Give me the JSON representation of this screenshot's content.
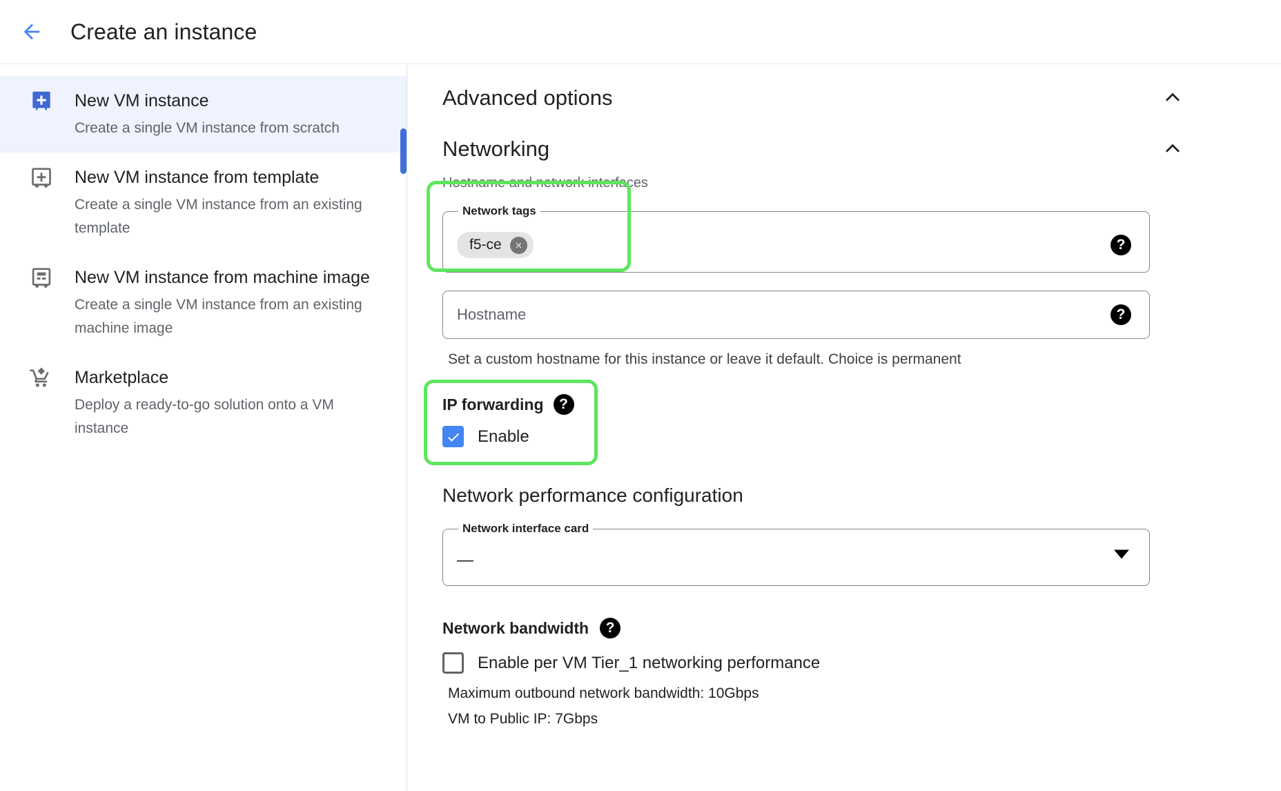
{
  "header": {
    "back_icon": "arrow-left-icon",
    "title": "Create an instance"
  },
  "sidebar": {
    "items": [
      {
        "icon": "vm-instance-add-icon",
        "title": "New VM instance",
        "desc": "Create a single VM instance from scratch",
        "selected": true
      },
      {
        "icon": "vm-template-add-icon",
        "title": "New VM instance from template",
        "desc": "Create a single VM instance from an existing template",
        "selected": false
      },
      {
        "icon": "machine-image-icon",
        "title": "New VM instance from machine image",
        "desc": "Create a single VM instance from an existing machine image",
        "selected": false
      },
      {
        "icon": "marketplace-cart-icon",
        "title": "Marketplace",
        "desc": "Deploy a ready-to-go solution onto a VM instance",
        "selected": false
      }
    ]
  },
  "main": {
    "advanced_options": {
      "title": "Advanced options",
      "collapse_icon": "chevron-up-icon"
    },
    "networking": {
      "title": "Networking",
      "collapse_icon": "chevron-up-icon",
      "subtitle": "Hostname and network interfaces",
      "network_tags": {
        "label": "Network tags",
        "chips": [
          "f5-ce"
        ],
        "remove_icon": "close-circle-icon",
        "help_icon": "help-icon",
        "help_glyph": "?"
      },
      "hostname": {
        "placeholder": "Hostname",
        "value": "",
        "help_icon": "help-icon",
        "help_glyph": "?",
        "helper_text": "Set a custom hostname for this instance or leave it default. Choice is permanent"
      },
      "ip_forwarding": {
        "label": "IP forwarding",
        "help_glyph": "?",
        "checkbox_label": "Enable",
        "checked": true,
        "check_icon": "check-icon"
      },
      "performance": {
        "title": "Network performance configuration",
        "nic_label": "Network interface card",
        "nic_value": "—",
        "dropdown_icon": "caret-down-icon"
      },
      "bandwidth": {
        "label": "Network bandwidth",
        "help_glyph": "?",
        "checkbox_label": "Enable per VM Tier_1 networking performance",
        "checked": false,
        "note_1": "Maximum outbound network bandwidth: 10Gbps",
        "note_2": "VM to Public IP: 7Gbps"
      }
    }
  },
  "colors": {
    "accent_blue": "#4285f4",
    "selected_bg": "#eef3fd",
    "highlight_green": "#5ce65c",
    "scroll_indicator": "#3f6ed8"
  }
}
